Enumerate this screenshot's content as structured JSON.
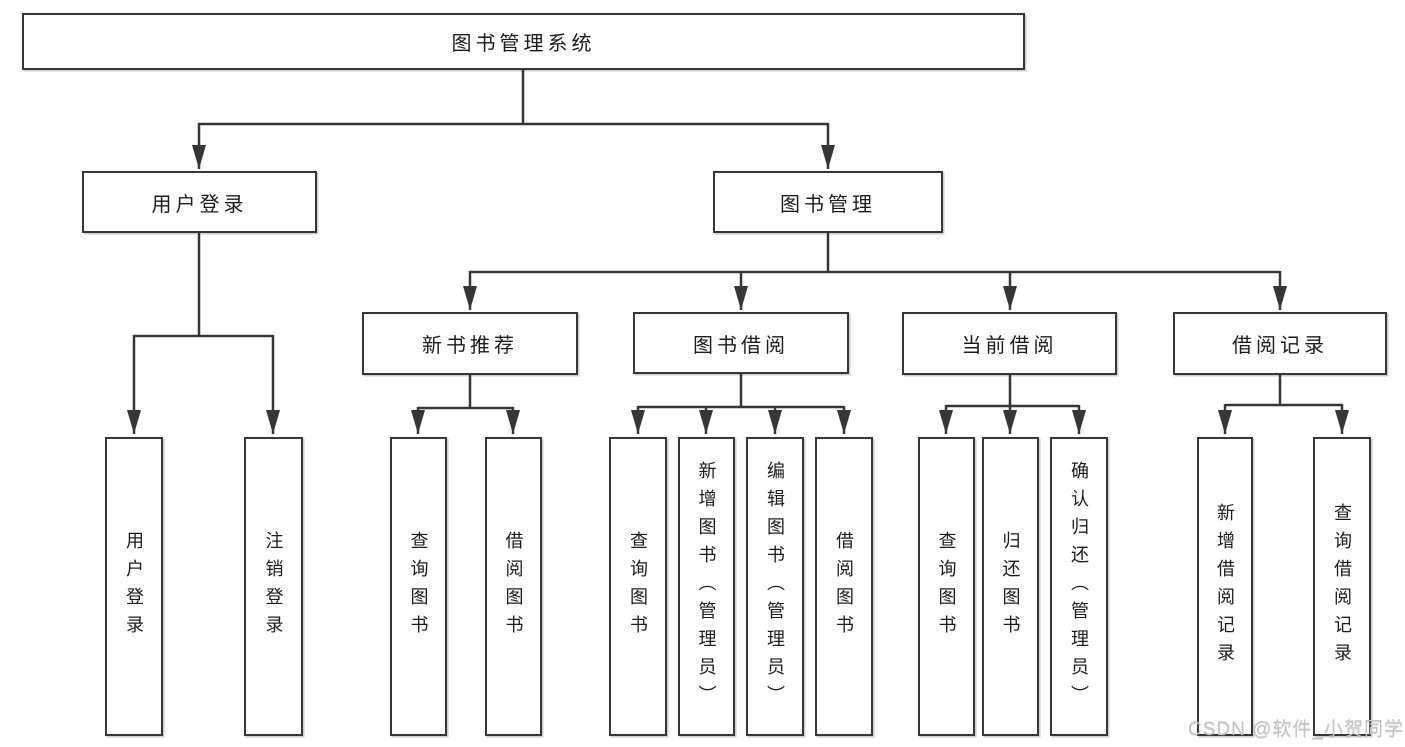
{
  "colors": {
    "line": "#363636",
    "box_border": "#363636",
    "text": "#1c1c1c",
    "background": "#ffffff",
    "watermark": "#c3c3c3"
  },
  "watermark": {
    "text": "CSDN @软件_小贺同学"
  },
  "tree": {
    "root": {
      "label": "图书管理系统"
    },
    "children": [
      {
        "label": "用户登录",
        "children": [
          {
            "label": "用户登录"
          },
          {
            "label": "注销登录"
          }
        ]
      },
      {
        "label": "图书管理",
        "children": [
          {
            "label": "新书推荐",
            "children": [
              {
                "label": "查询图书"
              },
              {
                "label": "借阅图书"
              }
            ]
          },
          {
            "label": "图书借阅",
            "children": [
              {
                "label": "查询图书"
              },
              {
                "label": "新增图书（管理员）"
              },
              {
                "label": "编辑图书（管理员）"
              },
              {
                "label": "借阅图书"
              }
            ]
          },
          {
            "label": "当前借阅",
            "children": [
              {
                "label": "查询图书"
              },
              {
                "label": "归还图书"
              },
              {
                "label": "确认归还（管理员）"
              }
            ]
          },
          {
            "label": "借阅记录",
            "children": [
              {
                "label": "新增借阅记录"
              },
              {
                "label": "查询借阅记录"
              }
            ]
          }
        ]
      }
    ]
  }
}
